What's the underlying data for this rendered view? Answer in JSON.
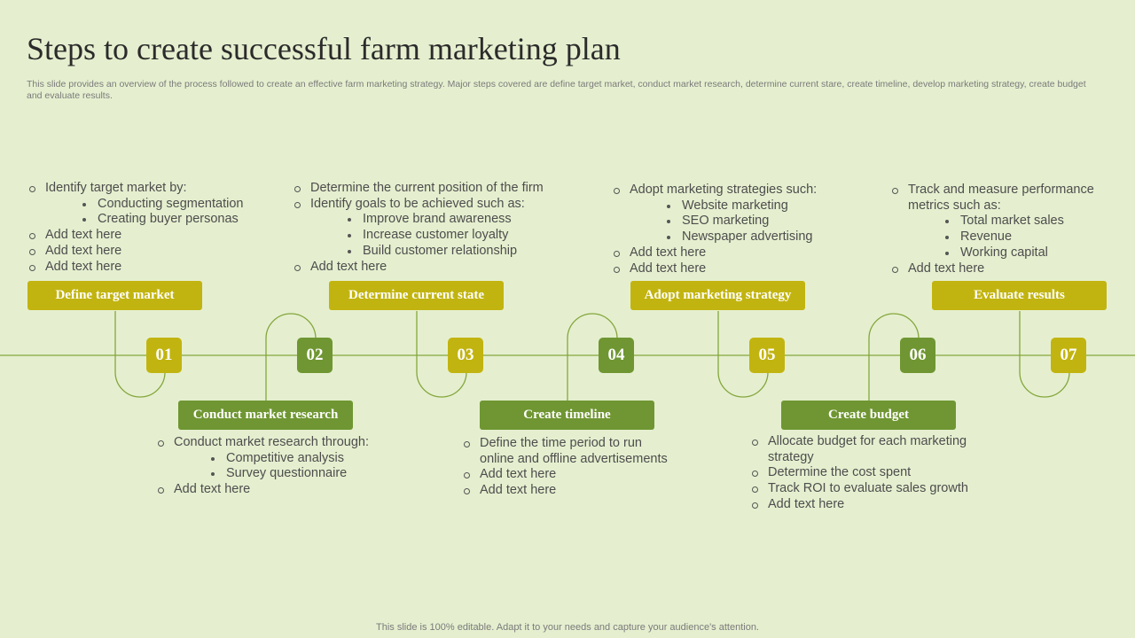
{
  "title": "Steps to create successful farm marketing plan",
  "subtitle": "This slide provides an overview of the process followed to create an effective farm marketing strategy. Major steps covered are define target market, conduct market research, determine current stare, create timeline, develop marketing strategy, create budget and evaluate results.",
  "footer": "This slide is 100% editable. Adapt it to your needs and capture your audience's attention.",
  "colors": {
    "background": "#e5efcf",
    "yellow": "#c2b410",
    "green": "#6f9632",
    "line": "#84a63c"
  },
  "steps": [
    {
      "number": "01",
      "label": "Define target market",
      "items": [
        {
          "text": "Identify target market by:",
          "sub": [
            "Conducting segmentation",
            "Creating buyer personas"
          ]
        },
        {
          "text": "Add text here"
        },
        {
          "text": "Add text here"
        },
        {
          "text": "Add text here"
        }
      ]
    },
    {
      "number": "02",
      "label": "Conduct market research",
      "items": [
        {
          "text": "Conduct market research through:",
          "sub": [
            "Competitive analysis",
            "Survey questionnaire"
          ]
        },
        {
          "text": "Add text here"
        }
      ]
    },
    {
      "number": "03",
      "label": "Determine current  state",
      "items": [
        {
          "text": "Determine the current position of the firm"
        },
        {
          "text": "Identify goals to be achieved such as:",
          "sub": [
            "Improve brand awareness",
            "Increase customer loyalty",
            "Build customer relationship"
          ]
        },
        {
          "text": "Add text here"
        }
      ]
    },
    {
      "number": "04",
      "label": "Create timeline",
      "items": [
        {
          "text": "Define the time period to run online and offline advertisements"
        },
        {
          "text": "Add text here"
        },
        {
          "text": "Add text here"
        }
      ]
    },
    {
      "number": "05",
      "label": "Adopt marketing  strategy",
      "items": [
        {
          "text": "Adopt marketing strategies such:",
          "sub": [
            "Website marketing",
            "SEO marketing",
            "Newspaper advertising"
          ]
        },
        {
          "text": "Add text here"
        },
        {
          "text": "Add text here"
        }
      ]
    },
    {
      "number": "06",
      "label": "Create budget",
      "items": [
        {
          "text": "Allocate budget for each marketing strategy"
        },
        {
          "text": "Determine the cost spent"
        },
        {
          "text": "Track ROI to evaluate sales growth"
        },
        {
          "text": "Add text here"
        }
      ]
    },
    {
      "number": "07",
      "label": "Evaluate results",
      "items": [
        {
          "text": "Track and measure performance metrics such as:",
          "sub": [
            "Total market sales",
            "Revenue",
            "Working capital"
          ]
        },
        {
          "text": "Add text here"
        }
      ]
    }
  ]
}
